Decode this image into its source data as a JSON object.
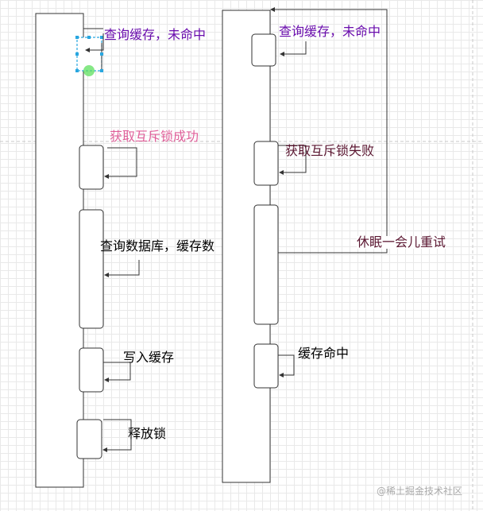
{
  "colors": {
    "purple_label": "#6a0dad",
    "pink_label": "#e0609a",
    "dark_label": "#5a1630",
    "black_label": "#000000",
    "selection": "#29a7e0",
    "selection_handle": "#5de05d",
    "watermark": "#aaaaaa"
  },
  "left_lane": {
    "query_cache_miss": "查询缓存，未命中",
    "acquire_lock_success": "获取互斥锁成功",
    "query_db_write_cache": "查询数据库，缓存数",
    "write_cache": "写入缓存",
    "release_lock": "释放锁"
  },
  "right_lane": {
    "query_cache_miss": "查询缓存，未命中",
    "acquire_lock_fail": "获取互斥锁失败",
    "sleep_retry": "休眠一会儿重试",
    "cache_hit": "缓存命中"
  },
  "watermark": "@稀土掘金技术社区"
}
